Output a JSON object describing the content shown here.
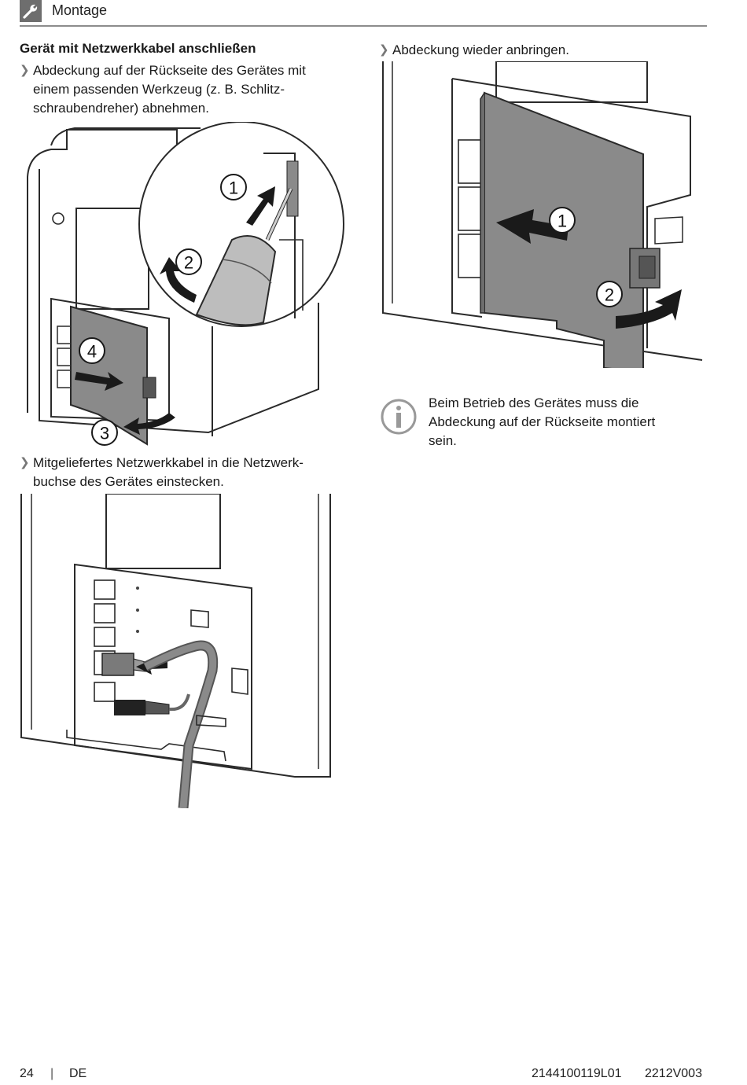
{
  "header": {
    "icon": "wrench-icon",
    "title": "Montage"
  },
  "section": {
    "heading": "Gerät mit Netzwerkkabel anschließen"
  },
  "steps": {
    "remove_cover": "Abdeckung auf der Rückseite des Gerätes mit\neinem passenden Werkzeug (z. B. Schlitz-\nschraubendreher) abnehmen.",
    "plug_cable": "Mitgeliefertes Netzwerkkabel in die Netzwerk-\nbuchse des Gerätes einstecken.",
    "reattach_cover": "Abdeckung wieder anbringen."
  },
  "figure_remove": {
    "callouts": [
      "1",
      "2",
      "3",
      "4"
    ]
  },
  "figure_reattach": {
    "callouts": [
      "1",
      "2"
    ]
  },
  "info": {
    "icon": "info-icon",
    "text": "Beim Betrieb des Gerätes muss die\nAbdeckung auf der Rückseite montiert\nsein."
  },
  "footer": {
    "page_number": "24",
    "separator": "|",
    "language": "DE",
    "doc_number": "2144100119L01",
    "version": "2212V003"
  },
  "colors": {
    "cover_gray": "#8a8a8a",
    "line": "#2a2a2a",
    "rule": "#8c8c8c"
  }
}
